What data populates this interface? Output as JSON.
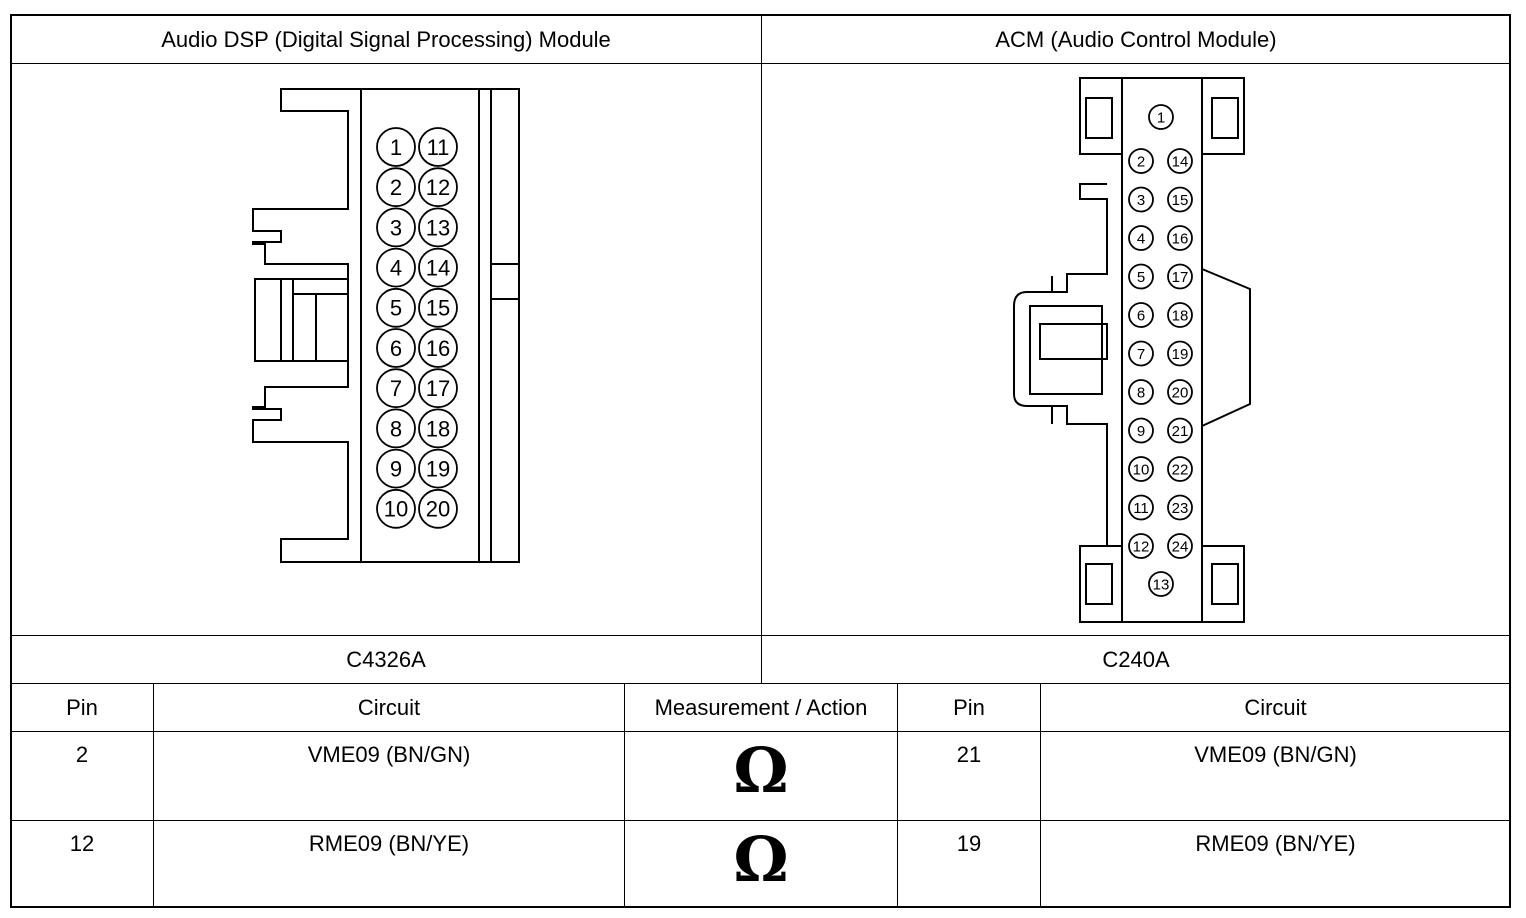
{
  "header": {
    "left_title": "Audio DSP (Digital Signal Processing) Module",
    "right_title": "ACM (Audio Control Module)"
  },
  "connectors": {
    "left": {
      "id": "C4326A",
      "pins_left_column": [
        "1",
        "2",
        "3",
        "4",
        "5",
        "6",
        "7",
        "8",
        "9",
        "10"
      ],
      "pins_right_column": [
        "11",
        "12",
        "13",
        "14",
        "15",
        "16",
        "17",
        "18",
        "19",
        "20"
      ]
    },
    "right": {
      "id": "C240A",
      "pin_top": "1",
      "pins_left_column": [
        "2",
        "3",
        "4",
        "5",
        "6",
        "7",
        "8",
        "9",
        "10",
        "11",
        "12"
      ],
      "pins_right_column": [
        "14",
        "15",
        "16",
        "17",
        "18",
        "19",
        "20",
        "21",
        "22",
        "23",
        "24"
      ],
      "pin_bottom": "13"
    }
  },
  "table": {
    "headers": [
      "Pin",
      "Circuit",
      "Measurement / Action",
      "Pin",
      "Circuit"
    ],
    "rows": [
      {
        "pin_a": "2",
        "circuit_a": "VME09 (BN/GN)",
        "action": "Ω",
        "pin_b": "21",
        "circuit_b": "VME09 (BN/GN)"
      },
      {
        "pin_a": "12",
        "circuit_a": "RME09 (BN/YE)",
        "action": "Ω",
        "pin_b": "19",
        "circuit_b": "RME09 (BN/YE)"
      }
    ]
  }
}
